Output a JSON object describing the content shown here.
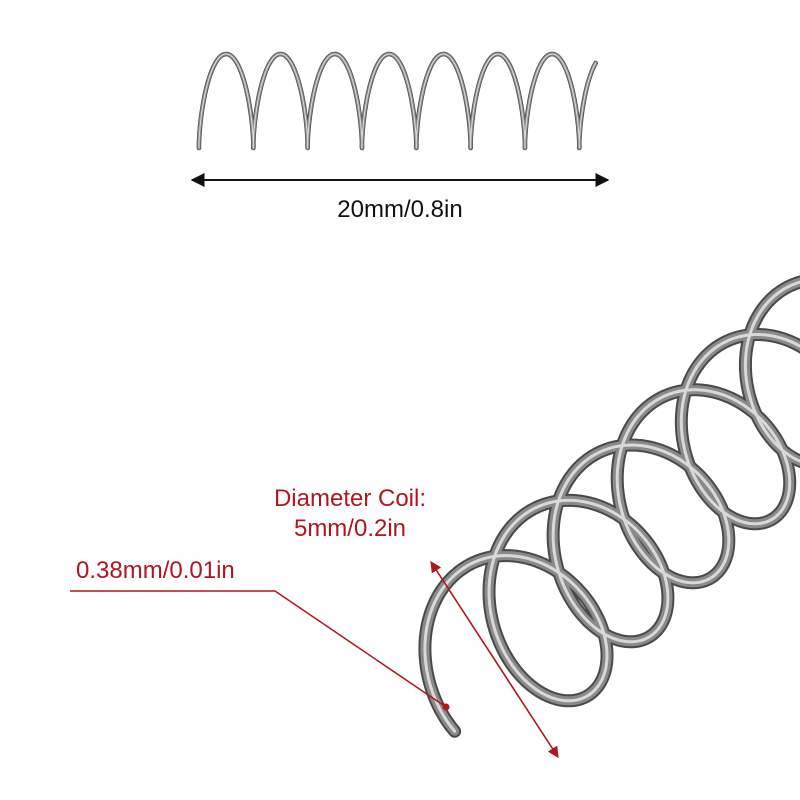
{
  "annotations": {
    "length_label": "20mm/0.8in",
    "coil_label_line1": "Diameter Coil:",
    "coil_label_line2": "5mm/0.2in",
    "wire_label": "0.38mm/0.01in"
  },
  "colors": {
    "annotation_red": "#b0161e",
    "dimension_black": "#111111",
    "spring_metal": "#8a8a8a",
    "spring_highlight": "#d9d9d9",
    "spring_shadow": "#4a4a4a",
    "background": "#ffffff"
  }
}
